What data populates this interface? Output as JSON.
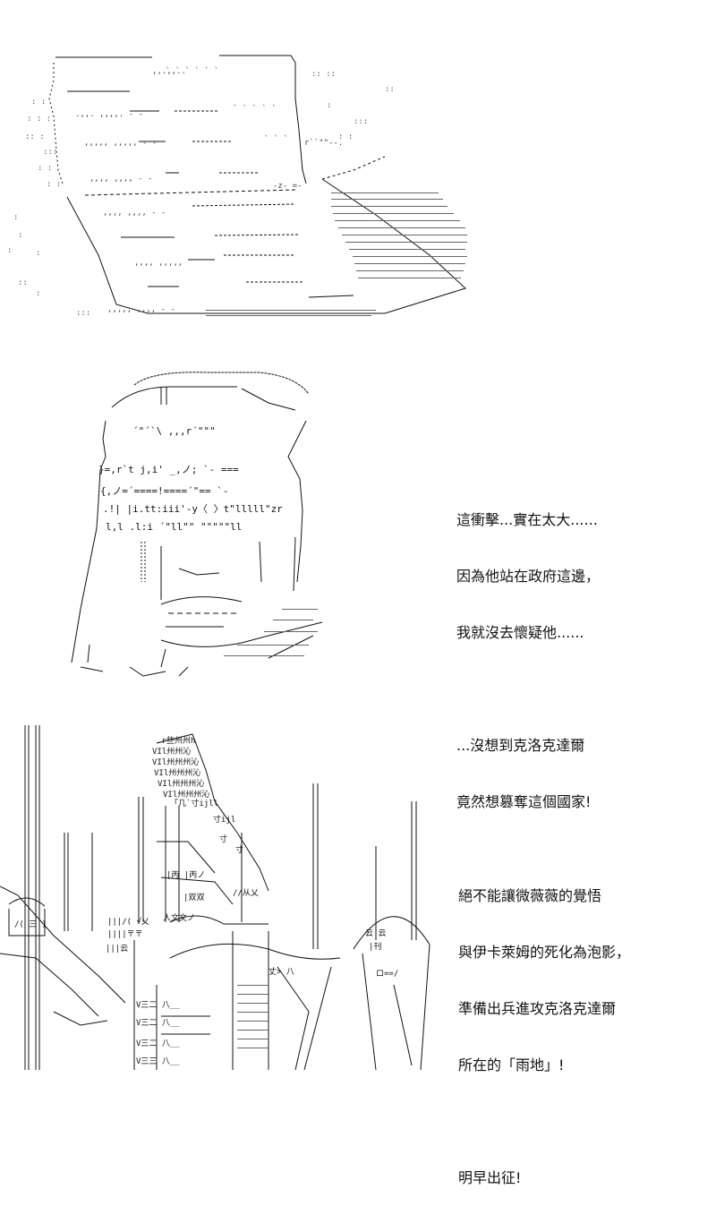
{
  "captions": {
    "middle": {
      "lines": [
        "這衝擊...實在太大......",
        "因為他站在政府這邊，",
        "我就沒去懷疑他......",
        "",
        "...沒想到克洛克達爾",
        "竟然想篡奪這個國家!"
      ]
    },
    "bottom": {
      "lines": [
        "絕不能讓微薇薇的覺悟",
        "與伊卡萊姆的死化為泡影，",
        "準備出兵進攻克洛克達爾",
        "所在的「雨地」!",
        "",
        "明早出征!"
      ]
    }
  },
  "art": {
    "castle_signs": [
      "丙",
      "丙",
      "双",
      "双",
      "文",
      "文",
      "云",
      "云",
      "刊"
    ]
  },
  "colors": {
    "ink": "#111111",
    "dots": "#444444",
    "background": "#ffffff"
  }
}
